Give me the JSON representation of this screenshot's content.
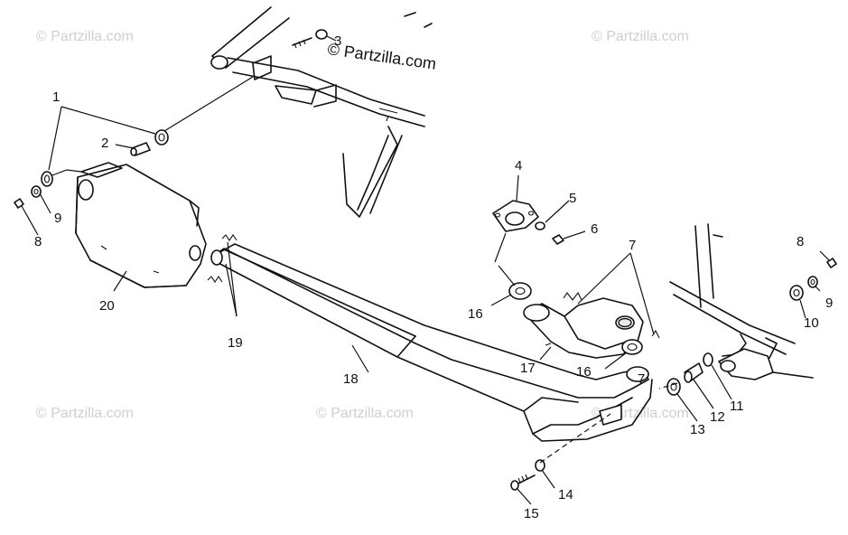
{
  "watermark": {
    "main": "© Partzilla.com",
    "faint": "© Partzilla.com"
  },
  "callouts": {
    "c1": "1",
    "c2": "2",
    "c3": "3",
    "c4": "4",
    "c5": "5",
    "c6": "6",
    "c7a": "7",
    "c7b": "7",
    "c8a": "8",
    "c8b": "8",
    "c9a": "9",
    "c9b": "9",
    "c10": "10",
    "c11": "11",
    "c12": "12",
    "c13": "13",
    "c14": "14",
    "c15": "15",
    "c16a": "16",
    "c16b": "16",
    "c17": "17",
    "c18": "18",
    "c19": "19",
    "c20": "20"
  }
}
